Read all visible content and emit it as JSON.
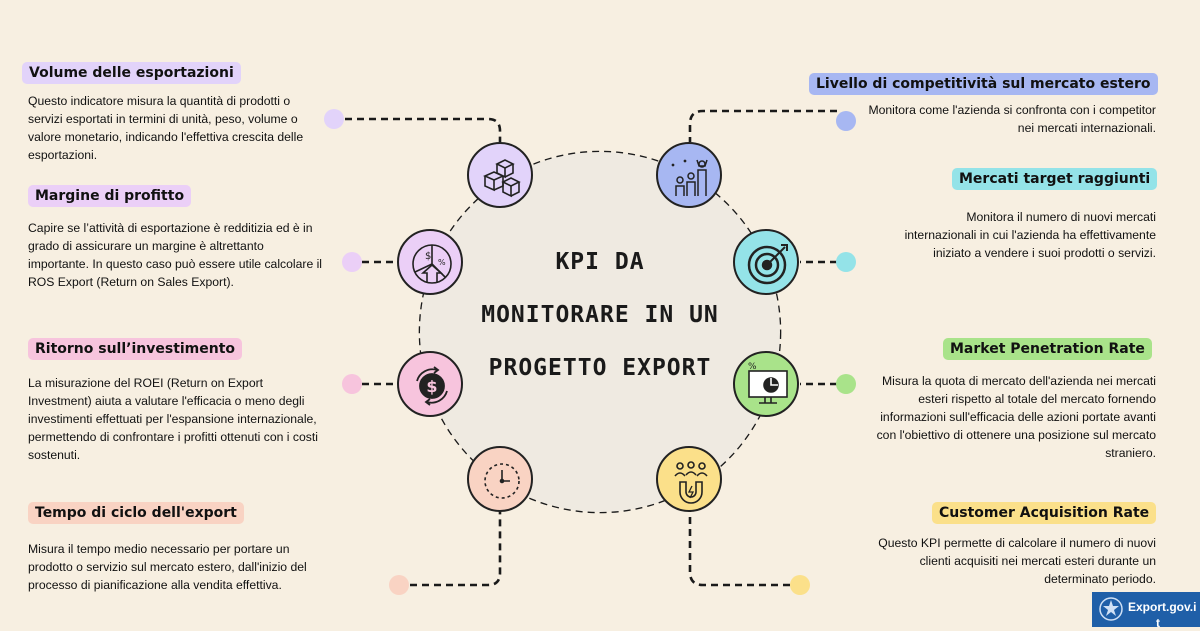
{
  "center": {
    "title_lines": [
      "KPI DA",
      "MONITORARE IN UN",
      "PROGETTO EXPORT"
    ]
  },
  "left_items": [
    {
      "title": "Volume delle esportazioni",
      "desc": "Questo indicatore misura la quantità di prodotti o servizi esportati in termini di unità, peso, volume o valore monetario, indicando l'effettiva crescita delle esportazioni.",
      "color": "#e2d3fa",
      "icon": "boxes-icon"
    },
    {
      "title": "Margine di profitto",
      "desc": "Capire se l’attività di esportazione è redditizia ed è in grado di assicurare un margine è altrettanto importante. In questo caso può essere utile calcolare il ROS Export (Return on Sales Export).",
      "color": "#ebcff7",
      "icon": "profit-chart-icon"
    },
    {
      "title": "Ritorno sull’investimento",
      "desc": "La misurazione del ROEI (Return on Export Investment) aiuta a valutare l'efficacia o meno degli investimenti effettuati per l'espansione internazionale, permettendo di confrontare i profitti ottenuti con i costi sostenuti.",
      "color": "#f7c4dd",
      "icon": "dollar-cycle-icon"
    },
    {
      "title": "Tempo di ciclo dell'export",
      "desc": "Misura il tempo medio necessario per portare un prodotto o servizio sul mercato estero, dall'inizio del processo di pianificazione alla vendita effettiva.",
      "color": "#f9d3c3",
      "icon": "clock-icon"
    }
  ],
  "right_items": [
    {
      "title": "Livello di competitività sul mercato estero",
      "desc": "Monitora come l'azienda si confronta con i competitor nei mercati internazionali.",
      "color": "#a7b7f2",
      "icon": "competition-icon"
    },
    {
      "title": "Mercati target raggiunti",
      "desc": "Monitora il numero di nuovi mercati internazionali in cui l'azienda ha effettivamente iniziato a vendere i suoi prodotti o servizi.",
      "color": "#94e3e8",
      "icon": "target-icon"
    },
    {
      "title": "Market Penetration Rate",
      "desc": "Misura la quota di mercato dell'azienda nei mercati esteri rispetto al totale del mercato fornendo informazioni sull'efficacia delle azioni portate avanti con l'obiettivo di ottenere una posizione sul mercato straniero.",
      "color": "#a9e38a",
      "icon": "market-chart-icon"
    },
    {
      "title": "Customer Acquisition Rate",
      "desc": "Questo KPI permette di calcolare il numero di nuovi clienti acquisiti nei mercati esteri durante un determinato periodo.",
      "color": "#fbe08a",
      "icon": "magnet-customers-icon"
    }
  ],
  "logo": {
    "line1": "Export.gov.i",
    "line2": "t",
    "icon": "emblem-icon"
  }
}
